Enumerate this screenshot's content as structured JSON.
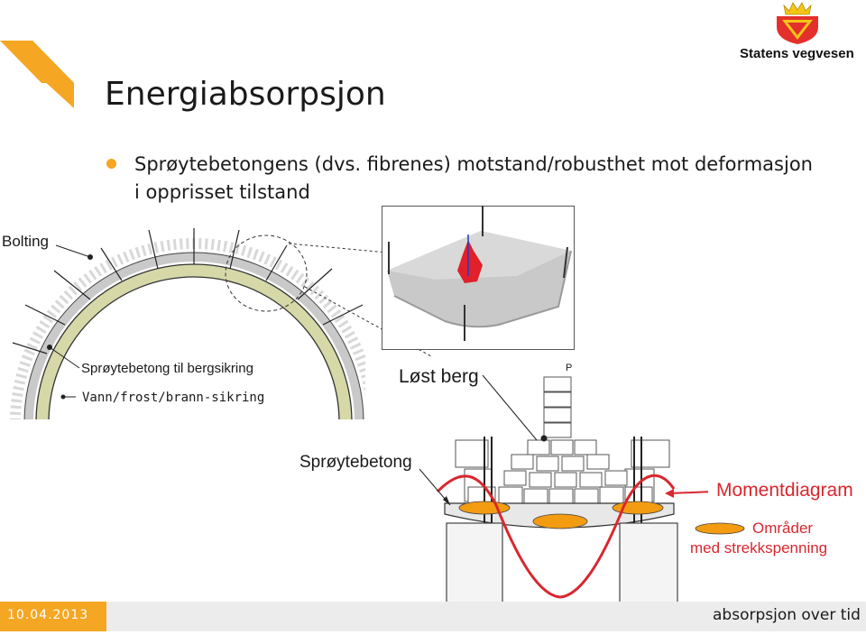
{
  "slide": {
    "title": "Energiabsorpsjon",
    "bullet": "Sprøytebetongens (dvs. fibrenes) motstand/robusthet mot deformasjon i opprisset tilstand"
  },
  "logo": {
    "org_name": "Statens vegvesen",
    "icon": "crowned-shield-crest-icon"
  },
  "figure_tunnel": {
    "label_bolting": "Bolting",
    "label_spray_rock": "Sprøytebetong til bergsikring",
    "label_water": "Vann/frost/brann-sikring"
  },
  "figure_test": {
    "label_loose_rock": "Løst berg",
    "label_load": "P",
    "label_shotcrete": "Sprøytebetong",
    "label_moment": "Momentdiagram",
    "label_areas_line1": "Områder",
    "label_areas_line2": "med strekkspenning"
  },
  "footer": {
    "date": "10.04.2013",
    "right_text": "absorpsjon over tid"
  },
  "colors": {
    "accent_orange": "#f5a623",
    "moment_red": "#d9272e",
    "logo_red": "#e4302b",
    "logo_yellow": "#f3c617",
    "shotcrete_band": "#d6d8a8"
  }
}
